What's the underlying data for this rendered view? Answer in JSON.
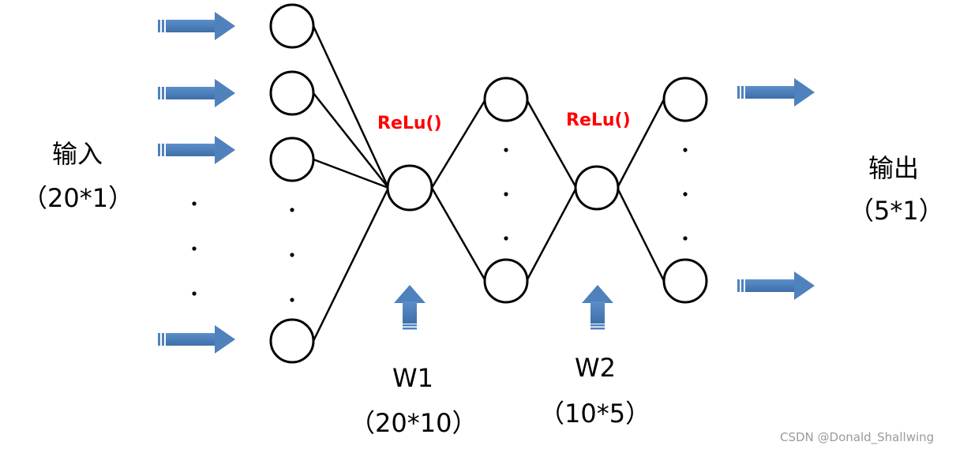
{
  "input": {
    "title": "输入",
    "shape": "（20*1）"
  },
  "output": {
    "title": "输出",
    "shape": "（5*1）"
  },
  "activations": [
    "ReLu()",
    "ReLu()"
  ],
  "weights": [
    {
      "name": "W1",
      "shape": "（20*10）"
    },
    {
      "name": "W2",
      "shape": "（10*5）"
    }
  ],
  "watermark": "CSDN @Donald_Shallwing",
  "colors": {
    "arrow": "#4f81bd",
    "relu": "#ff0000",
    "stroke": "#000000",
    "watermark": "#9a9a9a"
  },
  "icons": {
    "flow_arrow": "right-arrow-icon",
    "weight_arrow": "up-arrow-icon"
  }
}
